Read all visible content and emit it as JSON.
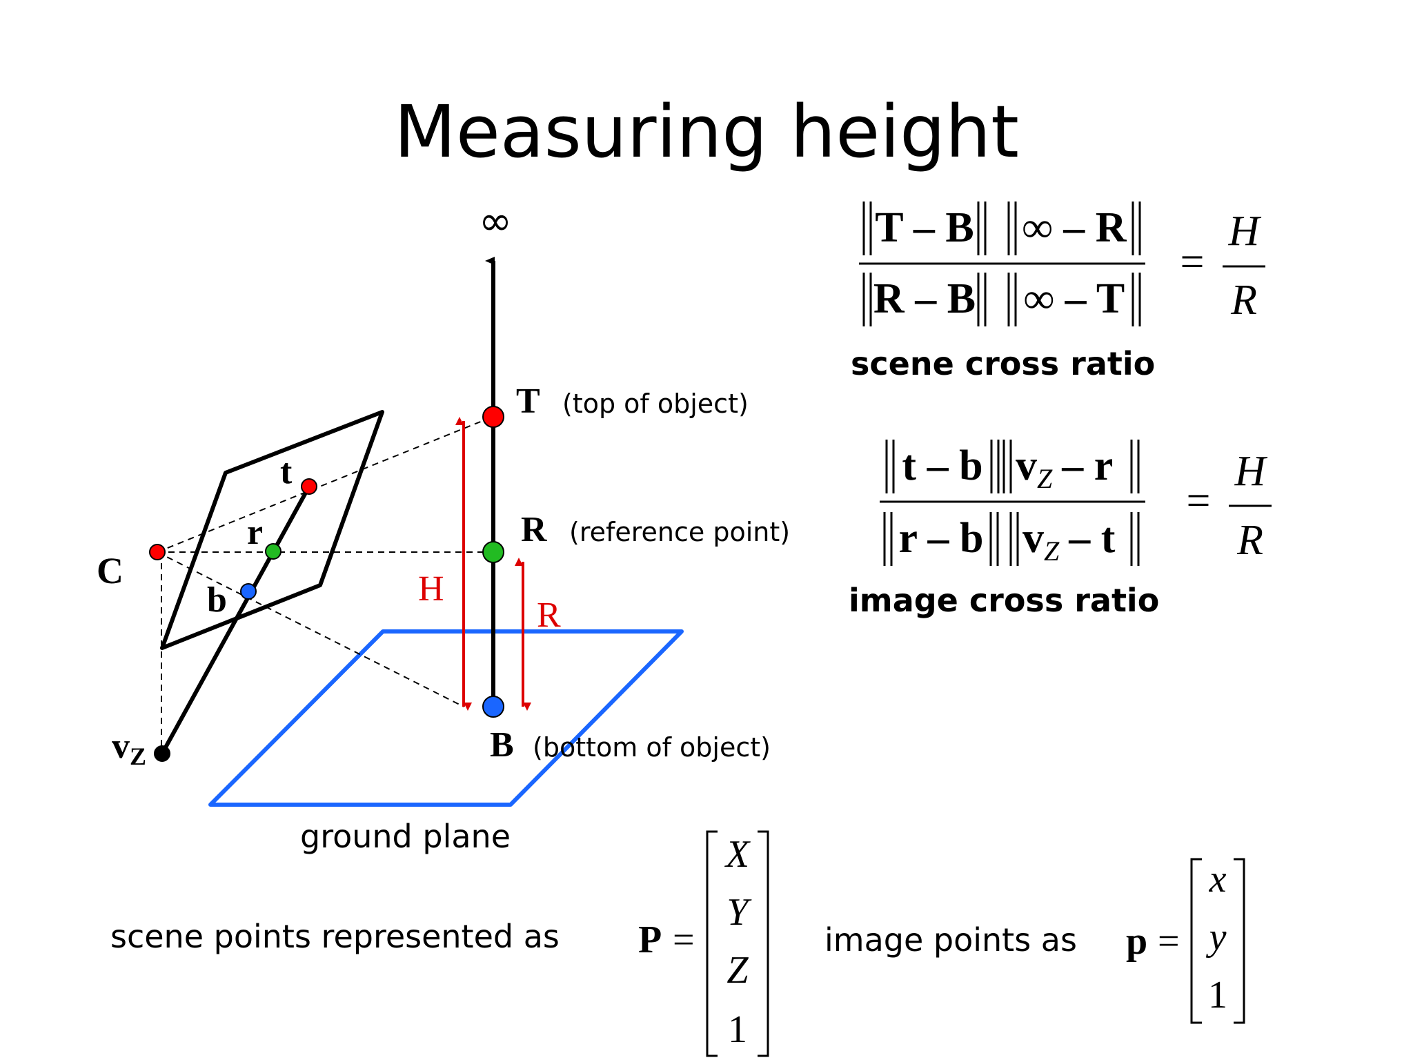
{
  "slide": {
    "title": "Measuring height"
  },
  "diagram": {
    "infinity_symbol": "∞",
    "points": {
      "T": {
        "label": "T",
        "description": "(top of object)",
        "color": "#ff0000"
      },
      "R": {
        "label": "R",
        "description": "(reference point)",
        "color": "#22bb22"
      },
      "B": {
        "label": "B",
        "description": "(bottom of object)",
        "color": "#1a66ff"
      },
      "C": {
        "label": "C",
        "color": "#ff0000"
      },
      "t": {
        "label": "t",
        "color": "#ff0000"
      },
      "r": {
        "label": "r",
        "color": "#22bb22"
      },
      "b": {
        "label": "b",
        "color": "#1a66ff"
      },
      "vz": {
        "label": "v",
        "subscript": "Z",
        "color": "#000000"
      }
    },
    "height_labels": {
      "H": "H",
      "R": "R",
      "color": "#dd0000"
    },
    "ground_plane": {
      "label": "ground plane",
      "color": "#1a66ff"
    }
  },
  "equations": {
    "scene": {
      "num_left": "T – B",
      "num_right": "∞ – R",
      "den_left": "R – B",
      "den_right": "∞ – T",
      "rhs_num": "H",
      "rhs_den": "R",
      "equals": "=",
      "caption": "scene cross ratio"
    },
    "image": {
      "num_left": "t – b",
      "num_right_v": "v",
      "num_right_sub": "Z",
      "num_right_tail": "– r",
      "den_left": "r – b",
      "den_right_v": "v",
      "den_right_sub": "Z",
      "den_right_tail": "– t",
      "rhs_num": "H",
      "rhs_den": "R",
      "equals": "=",
      "caption": "image cross ratio"
    }
  },
  "bottom": {
    "scene_text": "scene points represented as",
    "scene_symbol": "P",
    "scene_equals": "=",
    "scene_vector": [
      "X",
      "Y",
      "Z",
      "1"
    ],
    "image_text": "image points as",
    "image_symbol": "p",
    "image_equals": "=",
    "image_vector": [
      "x",
      "y",
      "1"
    ]
  }
}
